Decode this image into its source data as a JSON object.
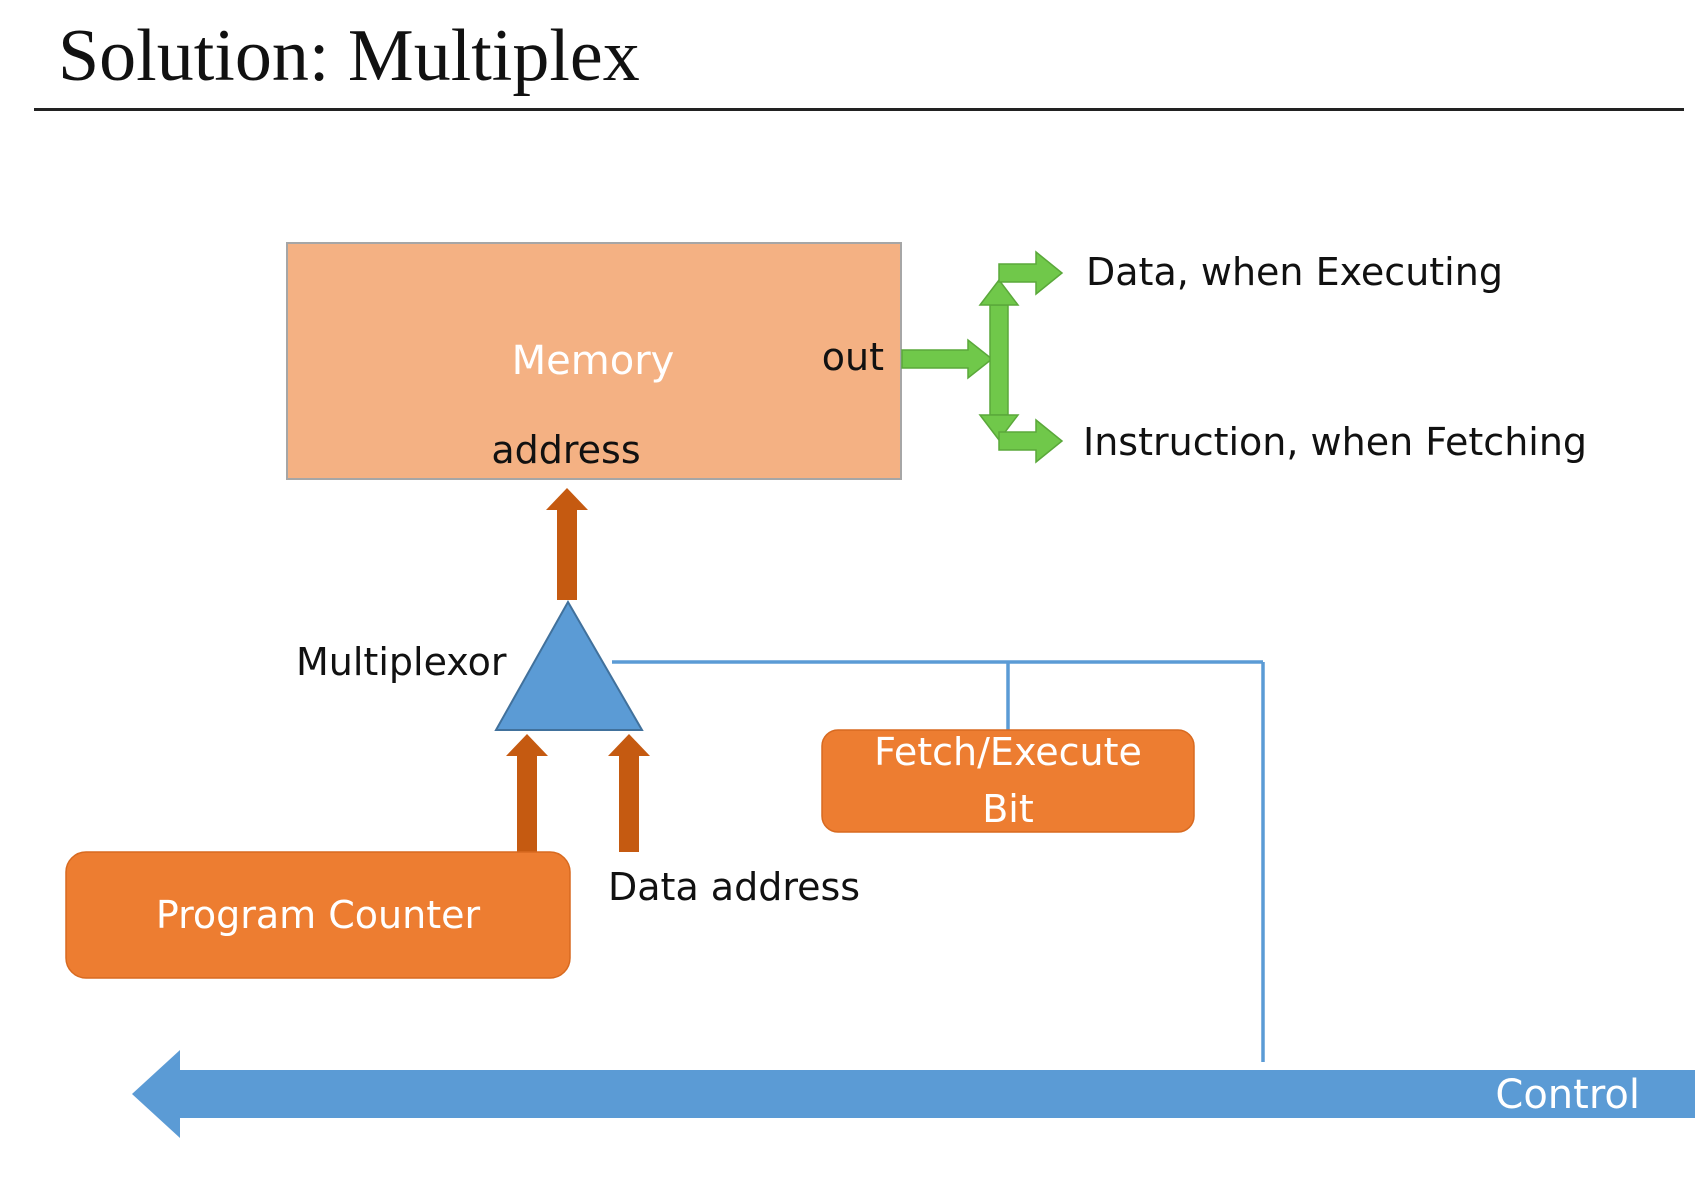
{
  "title": "Solution: Multiplex",
  "memory": {
    "label": "Memory",
    "out_label": "out",
    "address_label": "address"
  },
  "outputs": {
    "data": "Data, when Executing",
    "instruction": "Instruction, when Fetching"
  },
  "multiplexor_label": "Multiplexor",
  "fetch_execute": {
    "line1": "Fetch/Execute",
    "line2": "Bit"
  },
  "program_counter_label": "Program Counter",
  "data_address_label": "Data address",
  "control_label": "Control",
  "colors": {
    "memory_fill": "#f4b183",
    "orange_box": "#ed7d31",
    "brown_arrow": "#c55a11",
    "green_arrow": "#70c84a",
    "blue": "#5b9bd5"
  }
}
